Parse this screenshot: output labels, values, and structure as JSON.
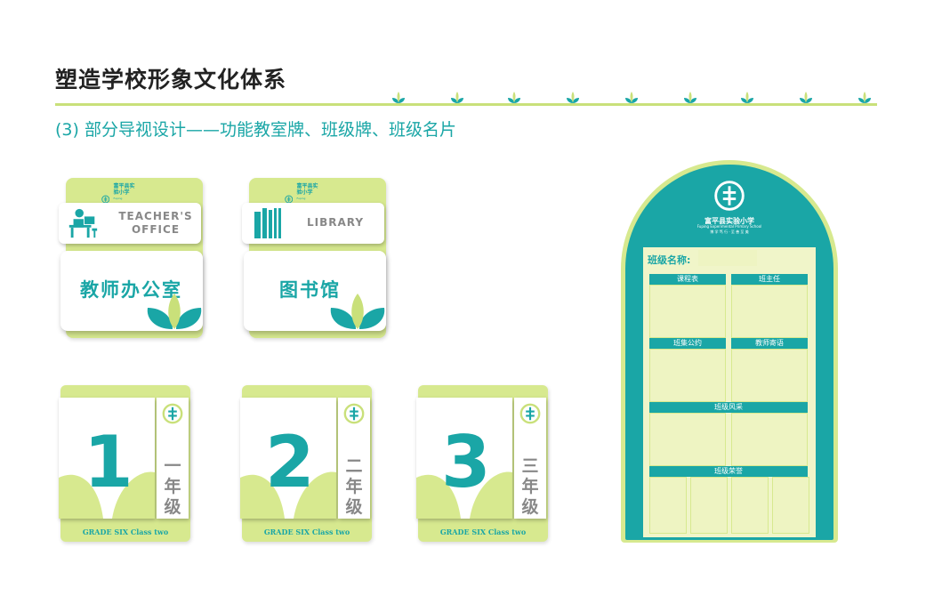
{
  "header": {
    "title": "塑造学校形象文化体系",
    "subtitle": "(3) 部分导视设计——功能教室牌、班级牌、班级名片"
  },
  "colors": {
    "teal": "#1aa6a6",
    "lime": "#d7e98f",
    "pale": "#f0f5c9",
    "gray_text": "#888888"
  },
  "school": {
    "name_cn": "富平县实验小学",
    "name_en": "Fuping Experimental Primary School",
    "motto": "博 学 笃 行 · 至 善 至 美"
  },
  "room_signs": [
    {
      "en": "TEACHER'S\nOFFICE",
      "cn": "教师办公室",
      "icon": "teacher-desk-icon"
    },
    {
      "en": "LIBRARY",
      "cn": "图书馆",
      "icon": "books-icon"
    }
  ],
  "grade_signs": [
    {
      "number": "1",
      "grade": "一年级",
      "footer": "GRADE SIX Class two"
    },
    {
      "number": "2",
      "grade": "二年级",
      "footer": "GRADE SIX Class two"
    },
    {
      "number": "3",
      "grade": "三年级",
      "footer": "GRADE SIX Class two"
    }
  ],
  "board": {
    "class_name_label": "班级名称:",
    "sections": [
      "课程表",
      "班主任",
      "班集公约",
      "教师寄语",
      "班级风采",
      "班级荣誉"
    ]
  }
}
